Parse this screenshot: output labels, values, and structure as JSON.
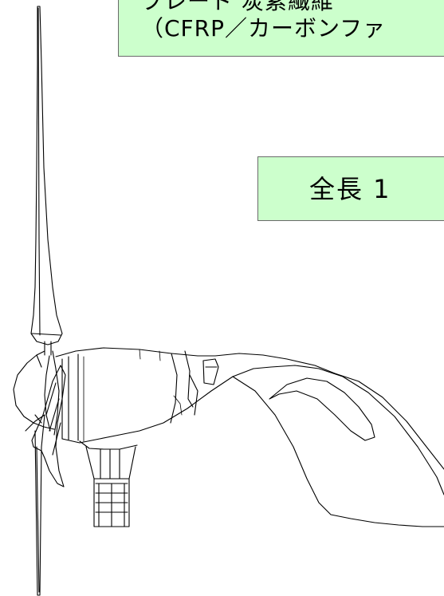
{
  "labels": {
    "material_line1": "ブレード 炭素繊維",
    "material_line2": "（CFRP／カーボンファ",
    "length": "全長 1"
  },
  "colors": {
    "label_background": "#ccffcc",
    "label_border": "#6a6a6a",
    "line": "#000000",
    "background": "#ffffff"
  }
}
